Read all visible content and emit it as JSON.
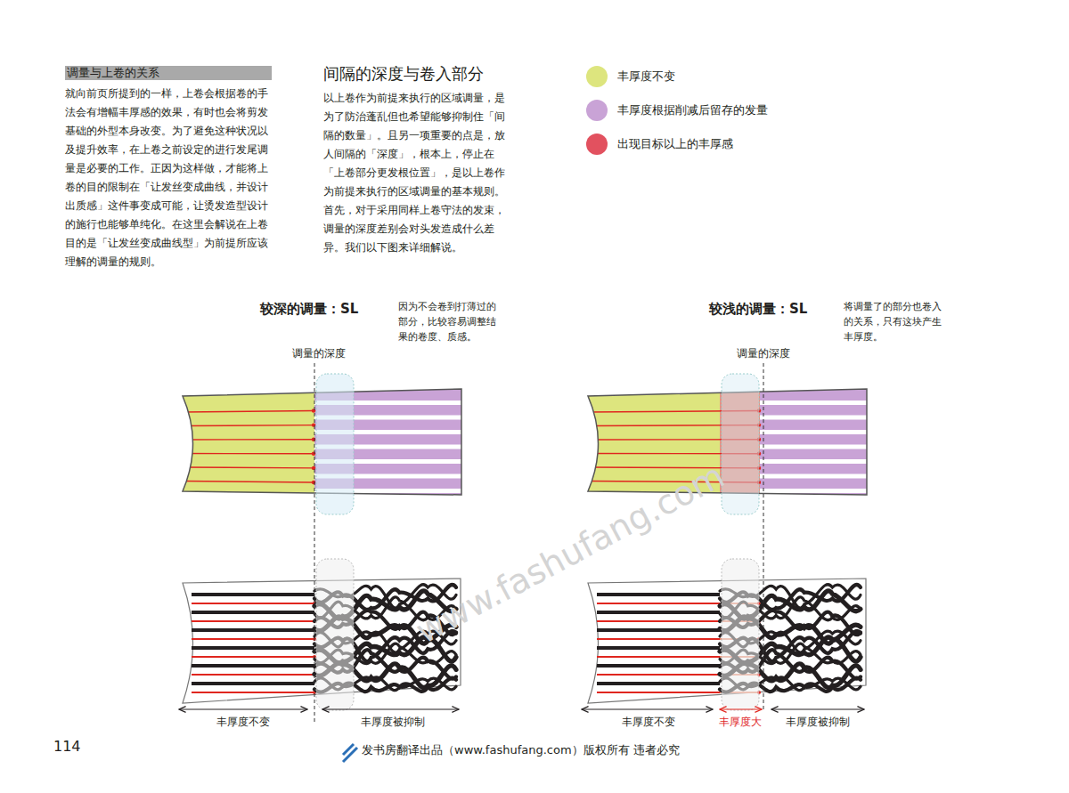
{
  "diagram": {
    "nodes": [
      {
        "text": [
          "调量与上卷的关系"
        ]
      }
    ],
    "labels": [
      "就向前页所提到的一样，上卷会根据卷的手法会有增幅丰厚感的效果，有时也会将剪发基础的外型本身改变。为了避免这种状况以及提升效率，在上卷之前设定的进行发尾调量是必要的工作。正因为这样做，才能将上卷的目的限制在「让发丝变成曲线，并设计出质感」这件事变成可能，让烫发造型设计的施行也能够单纯化。在这里会解说在上卷目的是「让发丝变成曲线型」为前提所应该理解的调量的规则。",
      "间隔的深度与卷入部分",
      "以上卷作为前提来执行的区域调量，是为了防治蓬乱但也希望能够抑制住「间隔的数量」。且另一项重要的点是，放人间隔的「深度」，根本上，停止在「上卷部分更发根位置」，是以上卷作为前提来执行的区域调量的基本规则。首先，对于采用同样上卷守法的发束，调量的深度差别会对头发造成什么差异。我们以下图来详细解说。",
      "较深的调量：SL",
      "因为不会卷到打薄过的部分，比较容易调整结果的卷度、质感。",
      "调量的深度",
      "较浅的调量：SL",
      "将调量了的部分也卷入的关系，只有这块产生丰厚度。",
      "调量的深度",
      "丰厚度不变",
      "丰厚度被抑制",
      "丰厚度不变",
      "丰厚度大",
      "丰厚度被抑制",
      "114",
      "发书房翻译出品（www.fashufang.com）版权所有 违者必究",
      "www.fashufang.com"
    ],
    "legend": [
      {
        "text": "丰厚度不变",
        "color": "#dde57e"
      },
      {
        "text": "丰厚度根据削减后留存的发量",
        "color": "#c9a3d6"
      },
      {
        "text": "出现目标以上的丰厚感",
        "color": "#e2515f"
      }
    ]
  }
}
